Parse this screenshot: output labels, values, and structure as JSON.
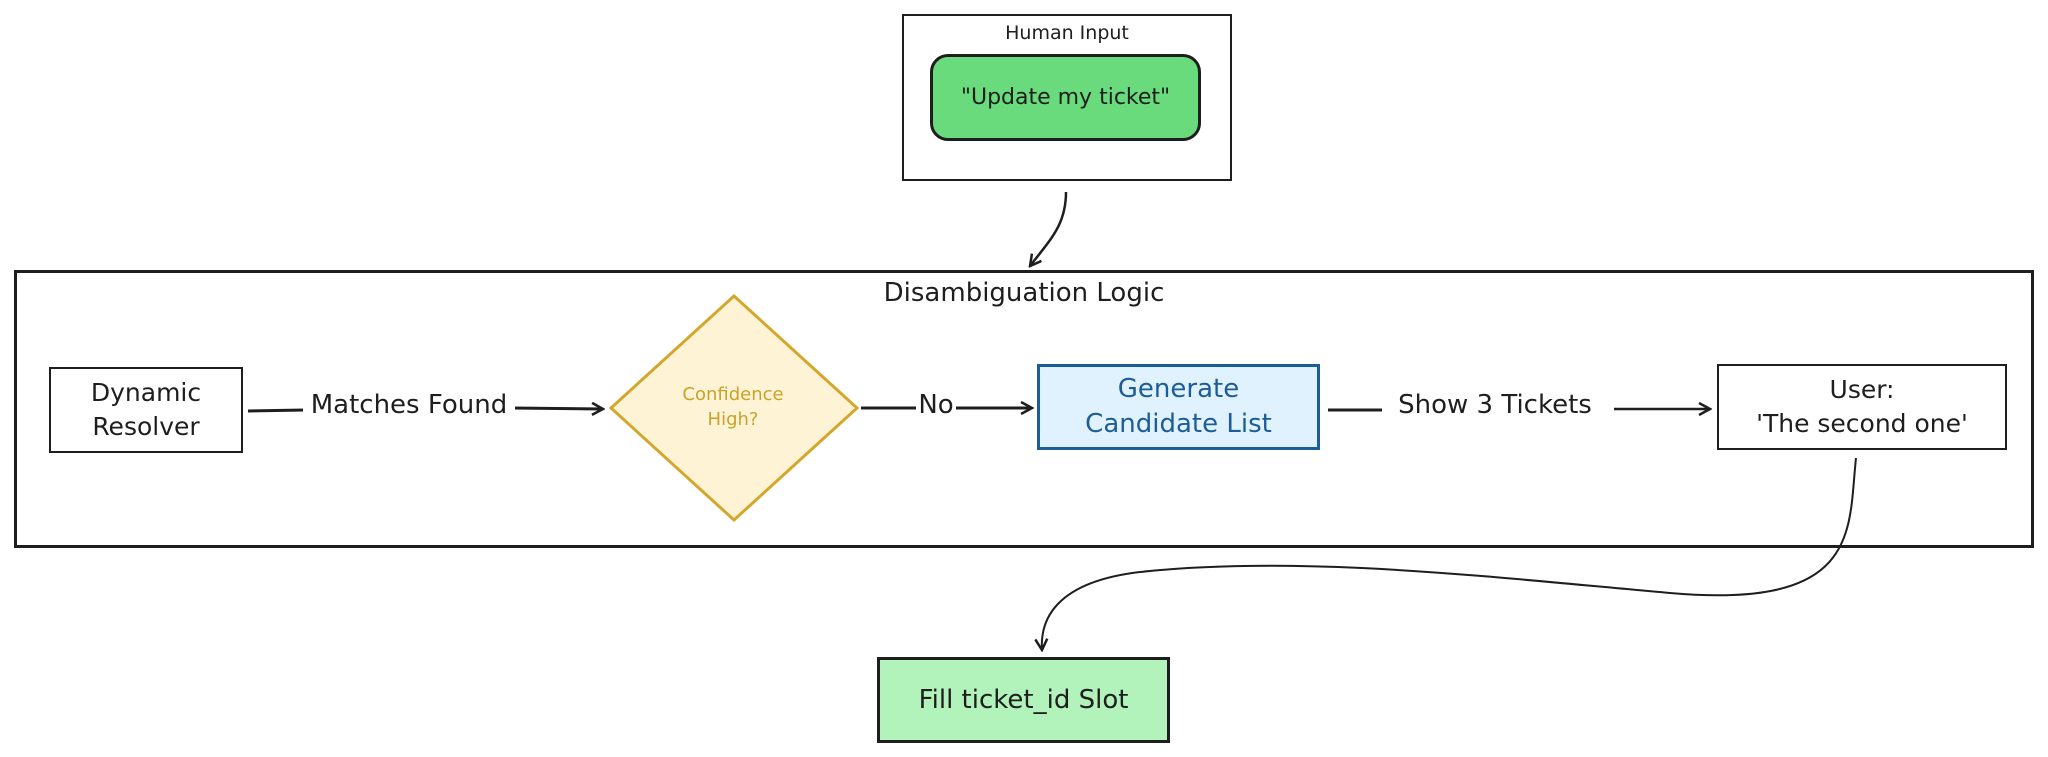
{
  "human_input": {
    "title": "Human Input",
    "utterance": "\"Update my ticket\"",
    "fill": "#69db7c"
  },
  "container": {
    "title": "Disambiguation Logic"
  },
  "nodes": {
    "resolver": {
      "line1": "Dynamic",
      "line2": "Resolver"
    },
    "decision": {
      "line1": "Confidence",
      "line2": "High?",
      "stroke": "#d4a72c",
      "fill": "#fff3d6",
      "text_color": "#c9a227"
    },
    "generate": {
      "line1": "Generate",
      "line2": "Candidate List",
      "stroke": "#1c5d99",
      "fill": "#e0f2fd",
      "text_color": "#1c5d99"
    },
    "user": {
      "line1": "User:",
      "line2": "'The second one'"
    },
    "fill_slot": {
      "label": "Fill ticket_id Slot",
      "fill": "#b2f2bb"
    }
  },
  "edges": {
    "matches_found": "Matches Found",
    "no": "No",
    "show_tickets": "Show 3 Tickets"
  }
}
